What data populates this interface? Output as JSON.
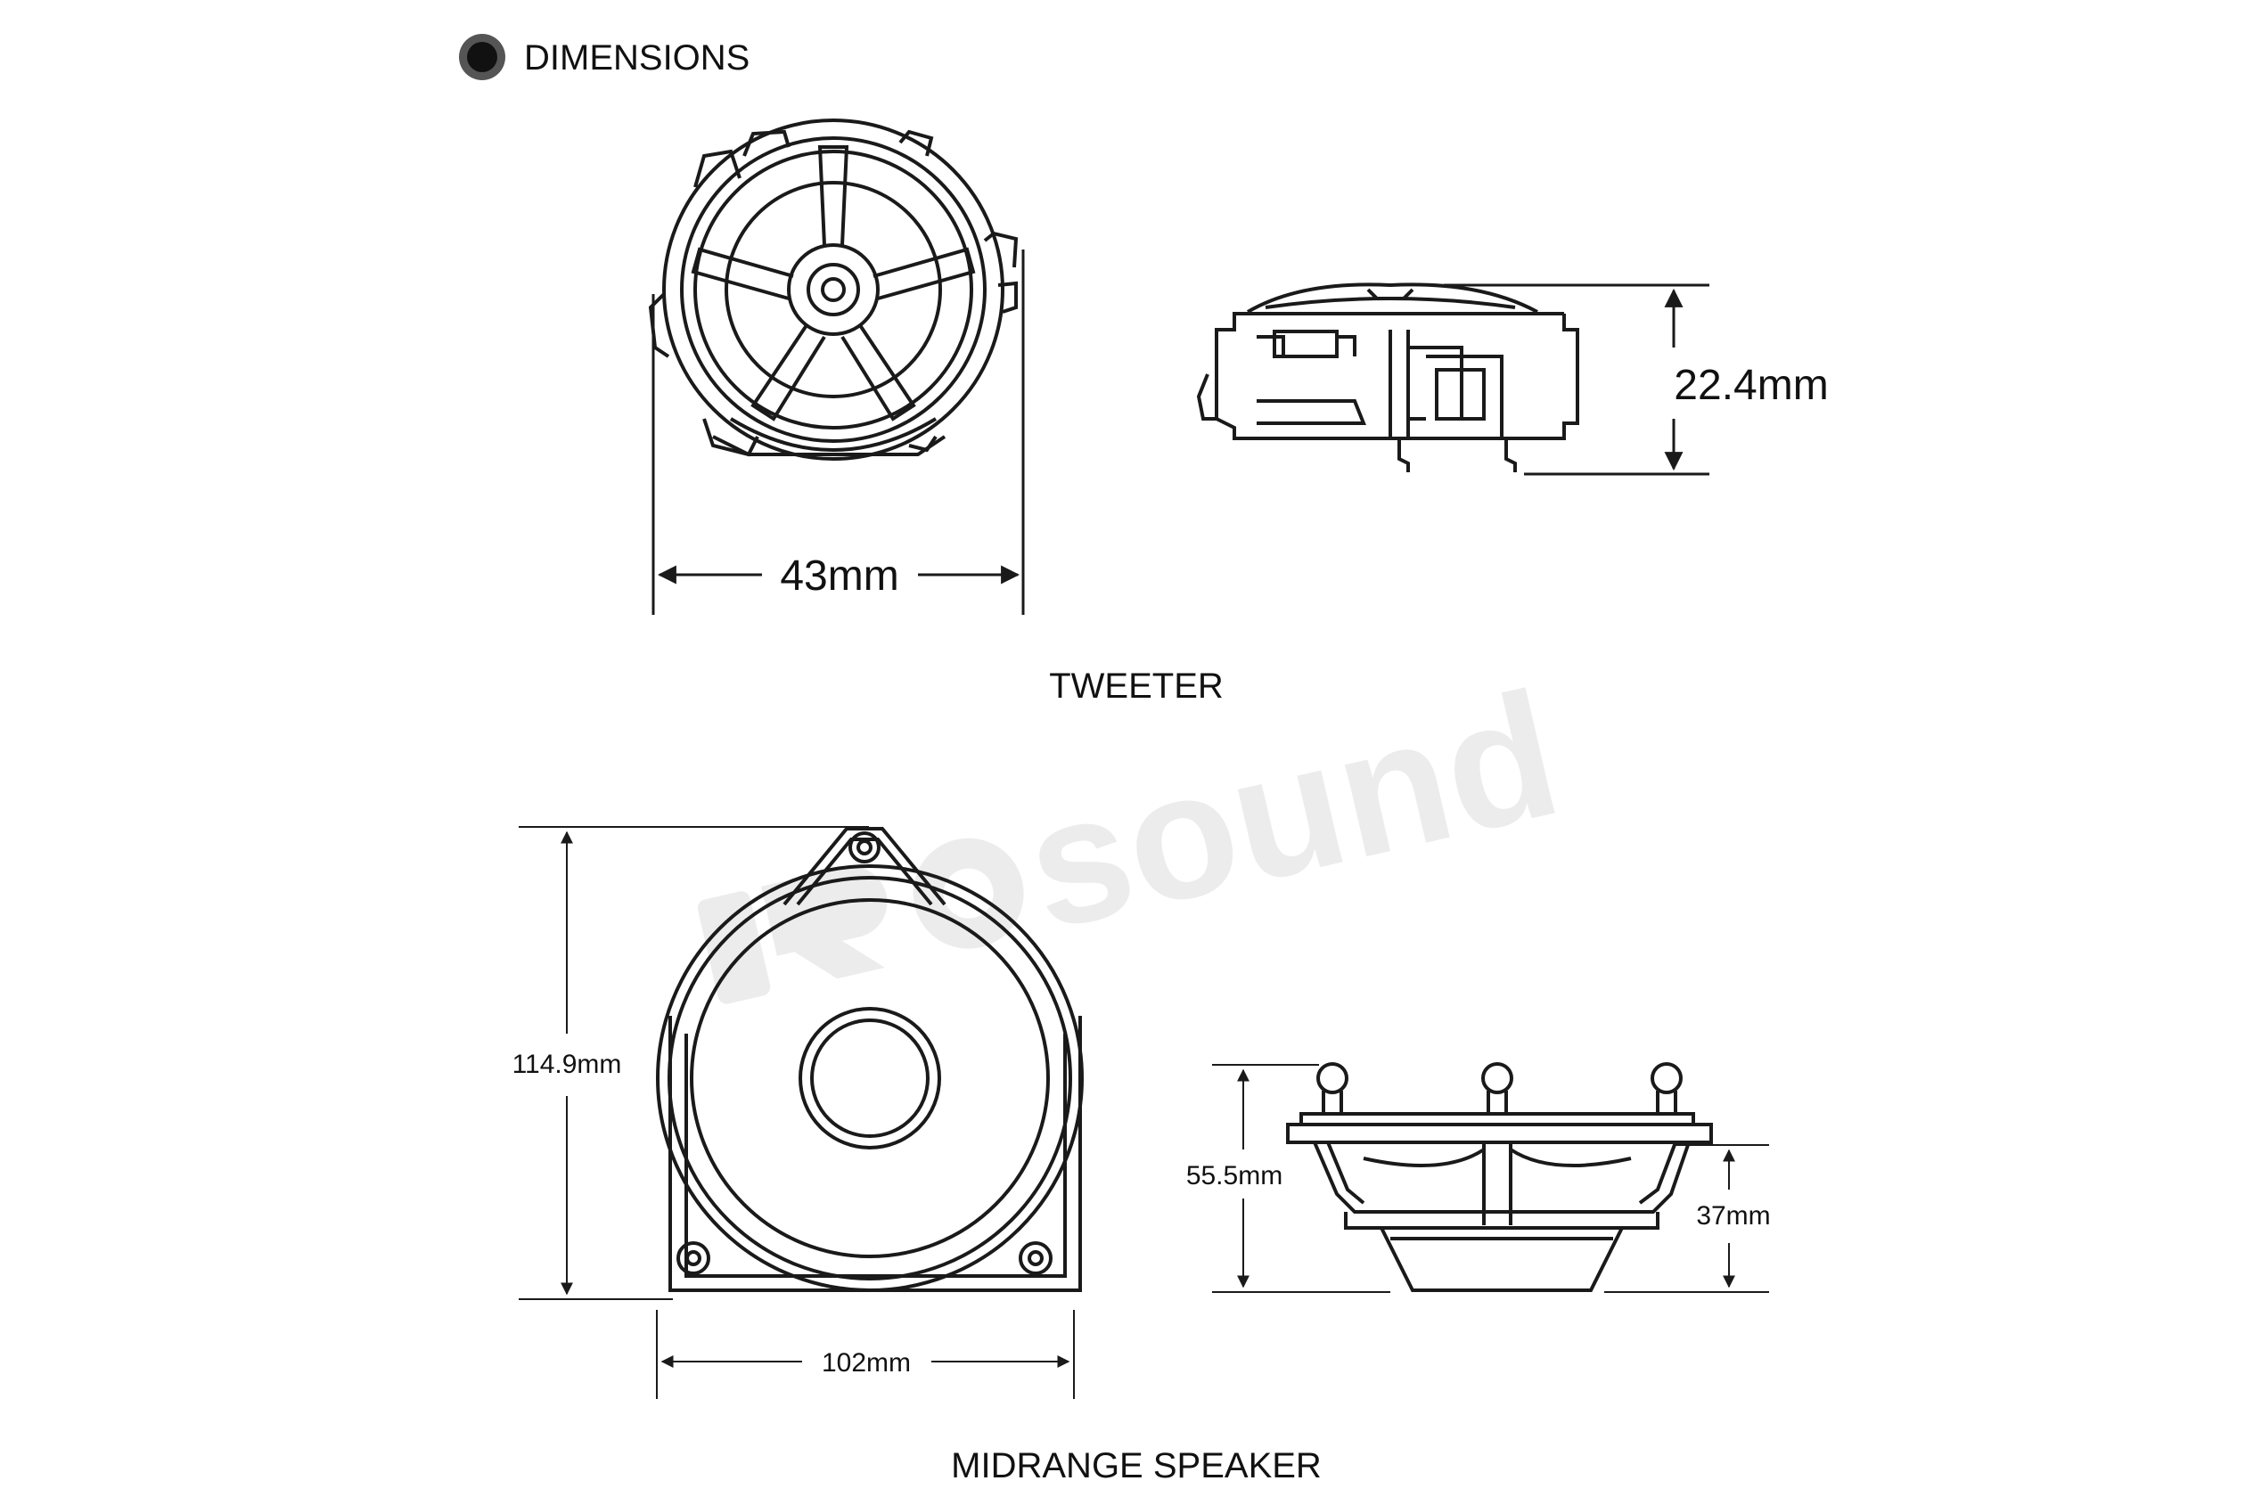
{
  "header": {
    "title": "DIMENSIONS",
    "bullet_icon": "bullet-dot-icon"
  },
  "tweeter": {
    "caption": "TWEETER",
    "width_label": "43mm",
    "height_label": "22.4mm"
  },
  "midrange": {
    "caption": "MIDRANGE SPEAKER",
    "height_label": "114.9mm",
    "width_label": "102mm",
    "depth_label": "55.5mm",
    "mount_depth_label": "37mm"
  },
  "watermark": {
    "text": "sound",
    "logo_icon": "rg-logo-icon"
  },
  "colors": {
    "line": "#1a1a1a",
    "bullet": "#555555",
    "watermark": "#e9e9e9",
    "background": "#ffffff"
  }
}
